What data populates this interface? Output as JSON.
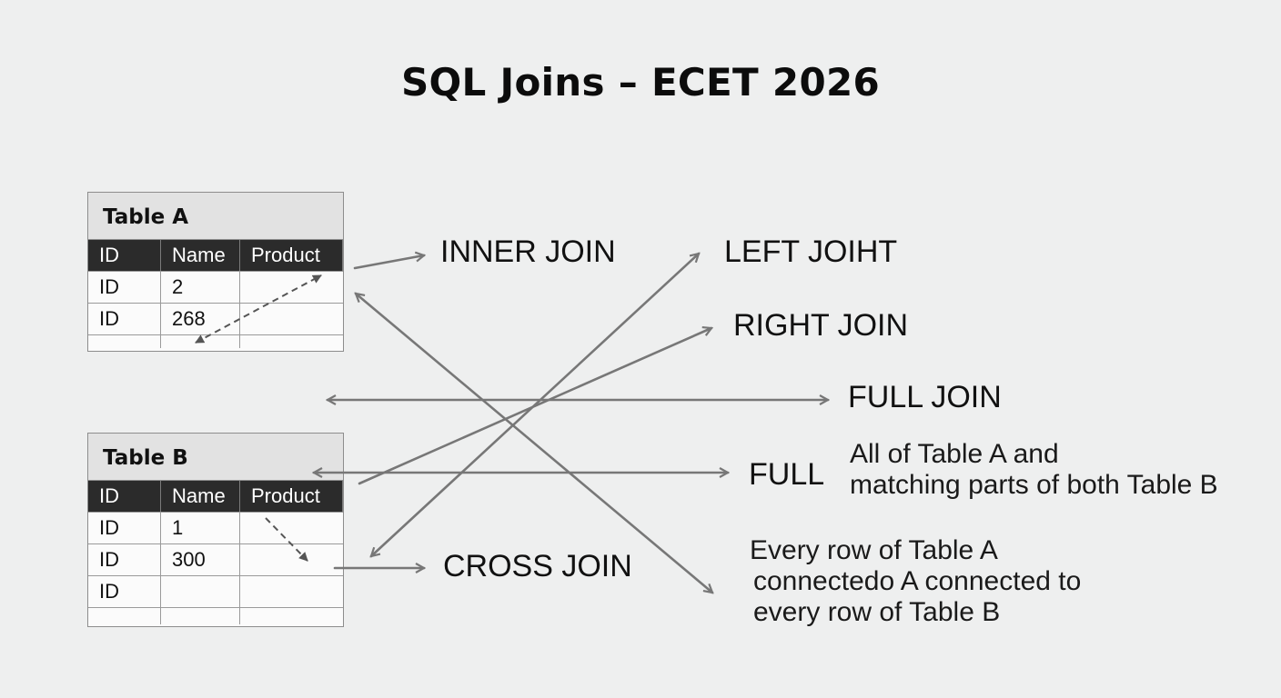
{
  "title": "SQL Joins – ECET 2026",
  "table_a": {
    "caption": "Table A",
    "columns": [
      "ID",
      "Name",
      "Product"
    ],
    "rows": [
      [
        "ID",
        "2",
        ""
      ],
      [
        "ID",
        "268",
        ""
      ]
    ]
  },
  "table_b": {
    "caption": "Table B",
    "columns": [
      "ID",
      "Name",
      "Product"
    ],
    "rows": [
      [
        "ID",
        "1",
        ""
      ],
      [
        "ID",
        "300",
        ""
      ],
      [
        "ID",
        "",
        ""
      ]
    ]
  },
  "joins": {
    "inner": "INNER JOIN",
    "left": "LEFT JOIHT",
    "right": "RIGHT JOIN",
    "full": "FULL JOIN",
    "full_short": "FULL",
    "cross": "CROSS JOIN"
  },
  "descriptions": {
    "full_line1": "All of Table A and",
    "full_line2": "matching parts of both Table B",
    "cross_line1": "Every row of Table A",
    "cross_line2": "connectedo A connected to",
    "cross_line3": "every row of Table B"
  },
  "colors": {
    "arrow": "#777777",
    "header_bg": "#2b2b2b",
    "caption_bg": "#e2e2e2"
  }
}
